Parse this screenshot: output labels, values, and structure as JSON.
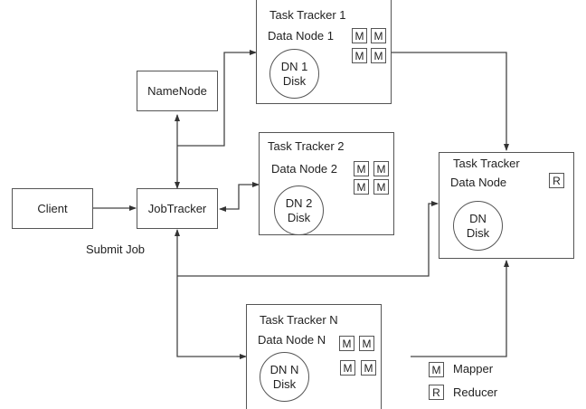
{
  "diagram": {
    "client": {
      "label": "Client"
    },
    "namenode": {
      "label": "NameNode"
    },
    "jobtracker": {
      "label": "JobTracker"
    },
    "submit_job_label": "Submit Job",
    "task_trackers": [
      {
        "title": "Task Tracker 1",
        "data_node": "Data Node 1",
        "disk_line1": "DN 1",
        "disk_line2": "Disk",
        "tasks": [
          "M",
          "M",
          "M",
          "M"
        ]
      },
      {
        "title": "Task Tracker 2",
        "data_node": "Data Node 2",
        "disk_line1": "DN 2",
        "disk_line2": "Disk",
        "tasks": [
          "M",
          "M",
          "M",
          "M"
        ]
      },
      {
        "title": "Task Tracker N",
        "data_node": "Data Node N",
        "disk_line1": "DN N",
        "disk_line2": "Disk",
        "tasks": [
          "M",
          "M",
          "M",
          "M"
        ]
      }
    ],
    "reducer_tracker": {
      "title": "Task Tracker",
      "data_node": "Data Node",
      "disk_line1": "DN",
      "disk_line2": "Disk",
      "task": "R"
    },
    "legend": [
      {
        "symbol": "M",
        "label": "Mapper"
      },
      {
        "symbol": "R",
        "label": "Reducer"
      }
    ],
    "colors": {
      "line": "#444444",
      "border": "#555555",
      "text": "#222222"
    }
  }
}
